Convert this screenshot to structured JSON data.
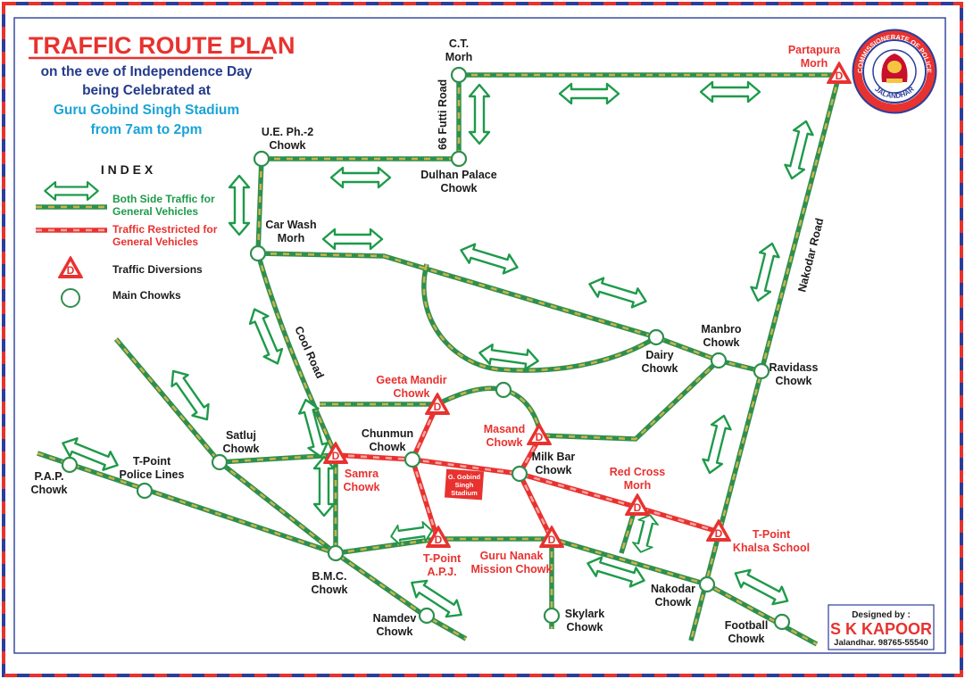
{
  "title": "TRAFFIC ROUTE PLAN",
  "subtitle": {
    "line1": "on the eve of Independence Day",
    "line2": "being Celebrated at",
    "line3": "Guru Gobind Singh Stadium",
    "line4": "from 7am to 2pm"
  },
  "index": {
    "heading": "I N D E X",
    "items": [
      {
        "line1": "Both Side Traffic for",
        "line2": "General Vehicles"
      },
      {
        "line1": "Traffic Restricted for",
        "line2": "General Vehicles"
      },
      {
        "line1": "Traffic Diversions",
        "line2": ""
      },
      {
        "line1": "Main Chowks",
        "line2": ""
      }
    ],
    "diversion_letter": "D"
  },
  "roads": {
    "futti": "66 Futti Road",
    "cool": "Cool Road",
    "nakodar": "Nakodar Road"
  },
  "stadium": {
    "line1": "G. Gobind",
    "line2": "Singh",
    "line3": "Stadium"
  },
  "places": {
    "ct_morh": {
      "line1": "C.T.",
      "line2": "Morh"
    },
    "partapura": {
      "line1": "Partapura",
      "line2": "Morh"
    },
    "ue_ph2": {
      "line1": "U.E. Ph.-2",
      "line2": "Chowk"
    },
    "dulhan": {
      "line1": "Dulhan Palace",
      "line2": "Chowk"
    },
    "car_wash": {
      "line1": "Car Wash",
      "line2": "Morh"
    },
    "manbro": {
      "line1": "Manbro",
      "line2": "Chowk"
    },
    "dairy": {
      "line1": "Dairy",
      "line2": "Chowk"
    },
    "ravidass": {
      "line1": "Ravidass",
      "line2": "Chowk"
    },
    "geeta_mandir": {
      "line1": "Geeta Mandir",
      "line2": "Chowk"
    },
    "masand": {
      "line1": "Masand",
      "line2": "Chowk"
    },
    "chunmun": {
      "line1": "Chunmun",
      "line2": "Chowk"
    },
    "milk_bar": {
      "line1": "Milk Bar",
      "line2": "Chowk"
    },
    "satluj": {
      "line1": "Satluj",
      "line2": "Chowk"
    },
    "tpoint_police": {
      "line1": "T-Point",
      "line2": "Police Lines"
    },
    "pap": {
      "line1": "P.A.P.",
      "line2": "Chowk"
    },
    "samra": {
      "line1": "Samra",
      "line2": "Chowk"
    },
    "red_cross": {
      "line1": "Red Cross",
      "line2": "Morh"
    },
    "tpoint_khalsa": {
      "line1": "T-Point",
      "line2": "Khalsa School"
    },
    "tpoint_apj": {
      "line1": "T-Point",
      "line2": "A.P.J."
    },
    "guru_nanak": {
      "line1": "Guru Nanak",
      "line2": "Mission Chowk"
    },
    "bmc": {
      "line1": "B.M.C.",
      "line2": "Chowk"
    },
    "nakodar_chowk": {
      "line1": "Nakodar",
      "line2": "Chowk"
    },
    "skylark": {
      "line1": "Skylark",
      "line2": "Chowk"
    },
    "namdev": {
      "line1": "Namdev",
      "line2": "Chowk"
    },
    "football": {
      "line1": "Football",
      "line2": "Chowk"
    }
  },
  "seal": {
    "top_text": "COMMISSIONERATE OF POLICE",
    "bottom_text": "JALANDHAR"
  },
  "designer": {
    "label": "Designed by :",
    "name": "S K KAPOOR",
    "contact": "Jalandhar. 98765-55540"
  },
  "colors": {
    "open_road_base": "#2f8f4e",
    "open_road_dash": "#c9b44a",
    "restricted_base": "#e8322f",
    "restricted_dash": "#f6a5a0",
    "arrow_green": "#1d9a4a",
    "title_red": "#e8322f",
    "subtitle_blue": "#243a8c",
    "subtitle_cyan": "#1aa3d6",
    "index_green": "#1d9a4a"
  }
}
